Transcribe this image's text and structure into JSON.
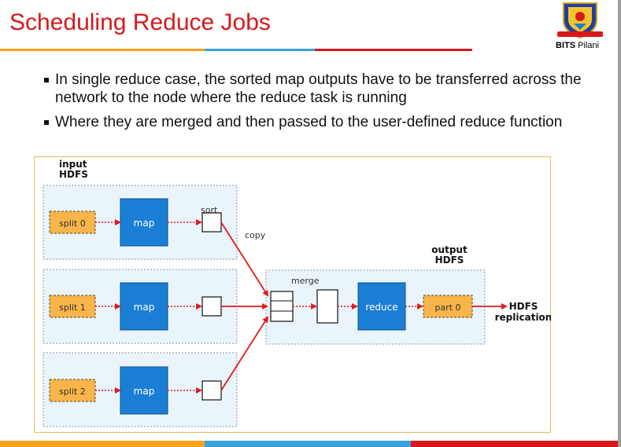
{
  "slide": {
    "title": "Scheduling Reduce Jobs",
    "logo_text_bold": "BITS",
    "logo_text_rest": " Pilani",
    "bullets": [
      "In single reduce case,  the sorted map outputs have to be transferred across the network to the node where the reduce task is running",
      "Where they are merged and then passed to the user-defined reduce function"
    ]
  },
  "colors": {
    "title_red": "#d7191c",
    "map_blue": "#1a7fd4",
    "split_orange": "#f9b44a",
    "arrow_red": "#e31a1c",
    "panel_fill": "#eaf4fb",
    "frame_gold": "#e6c35c"
  },
  "diagram": {
    "input_label": [
      "input",
      "HDFS"
    ],
    "output_label": [
      "output",
      "HDFS"
    ],
    "splits": [
      "split 0",
      "split 1",
      "split 2"
    ],
    "map_label": "map",
    "sort_label": "sort",
    "copy_label": "copy",
    "merge_label": "merge",
    "reduce_label": "reduce",
    "part_label": "part 0",
    "hdfs_replication": [
      "HDFS",
      "replication"
    ]
  },
  "icons": {
    "logo": "bits-pilani-emblem-icon"
  }
}
